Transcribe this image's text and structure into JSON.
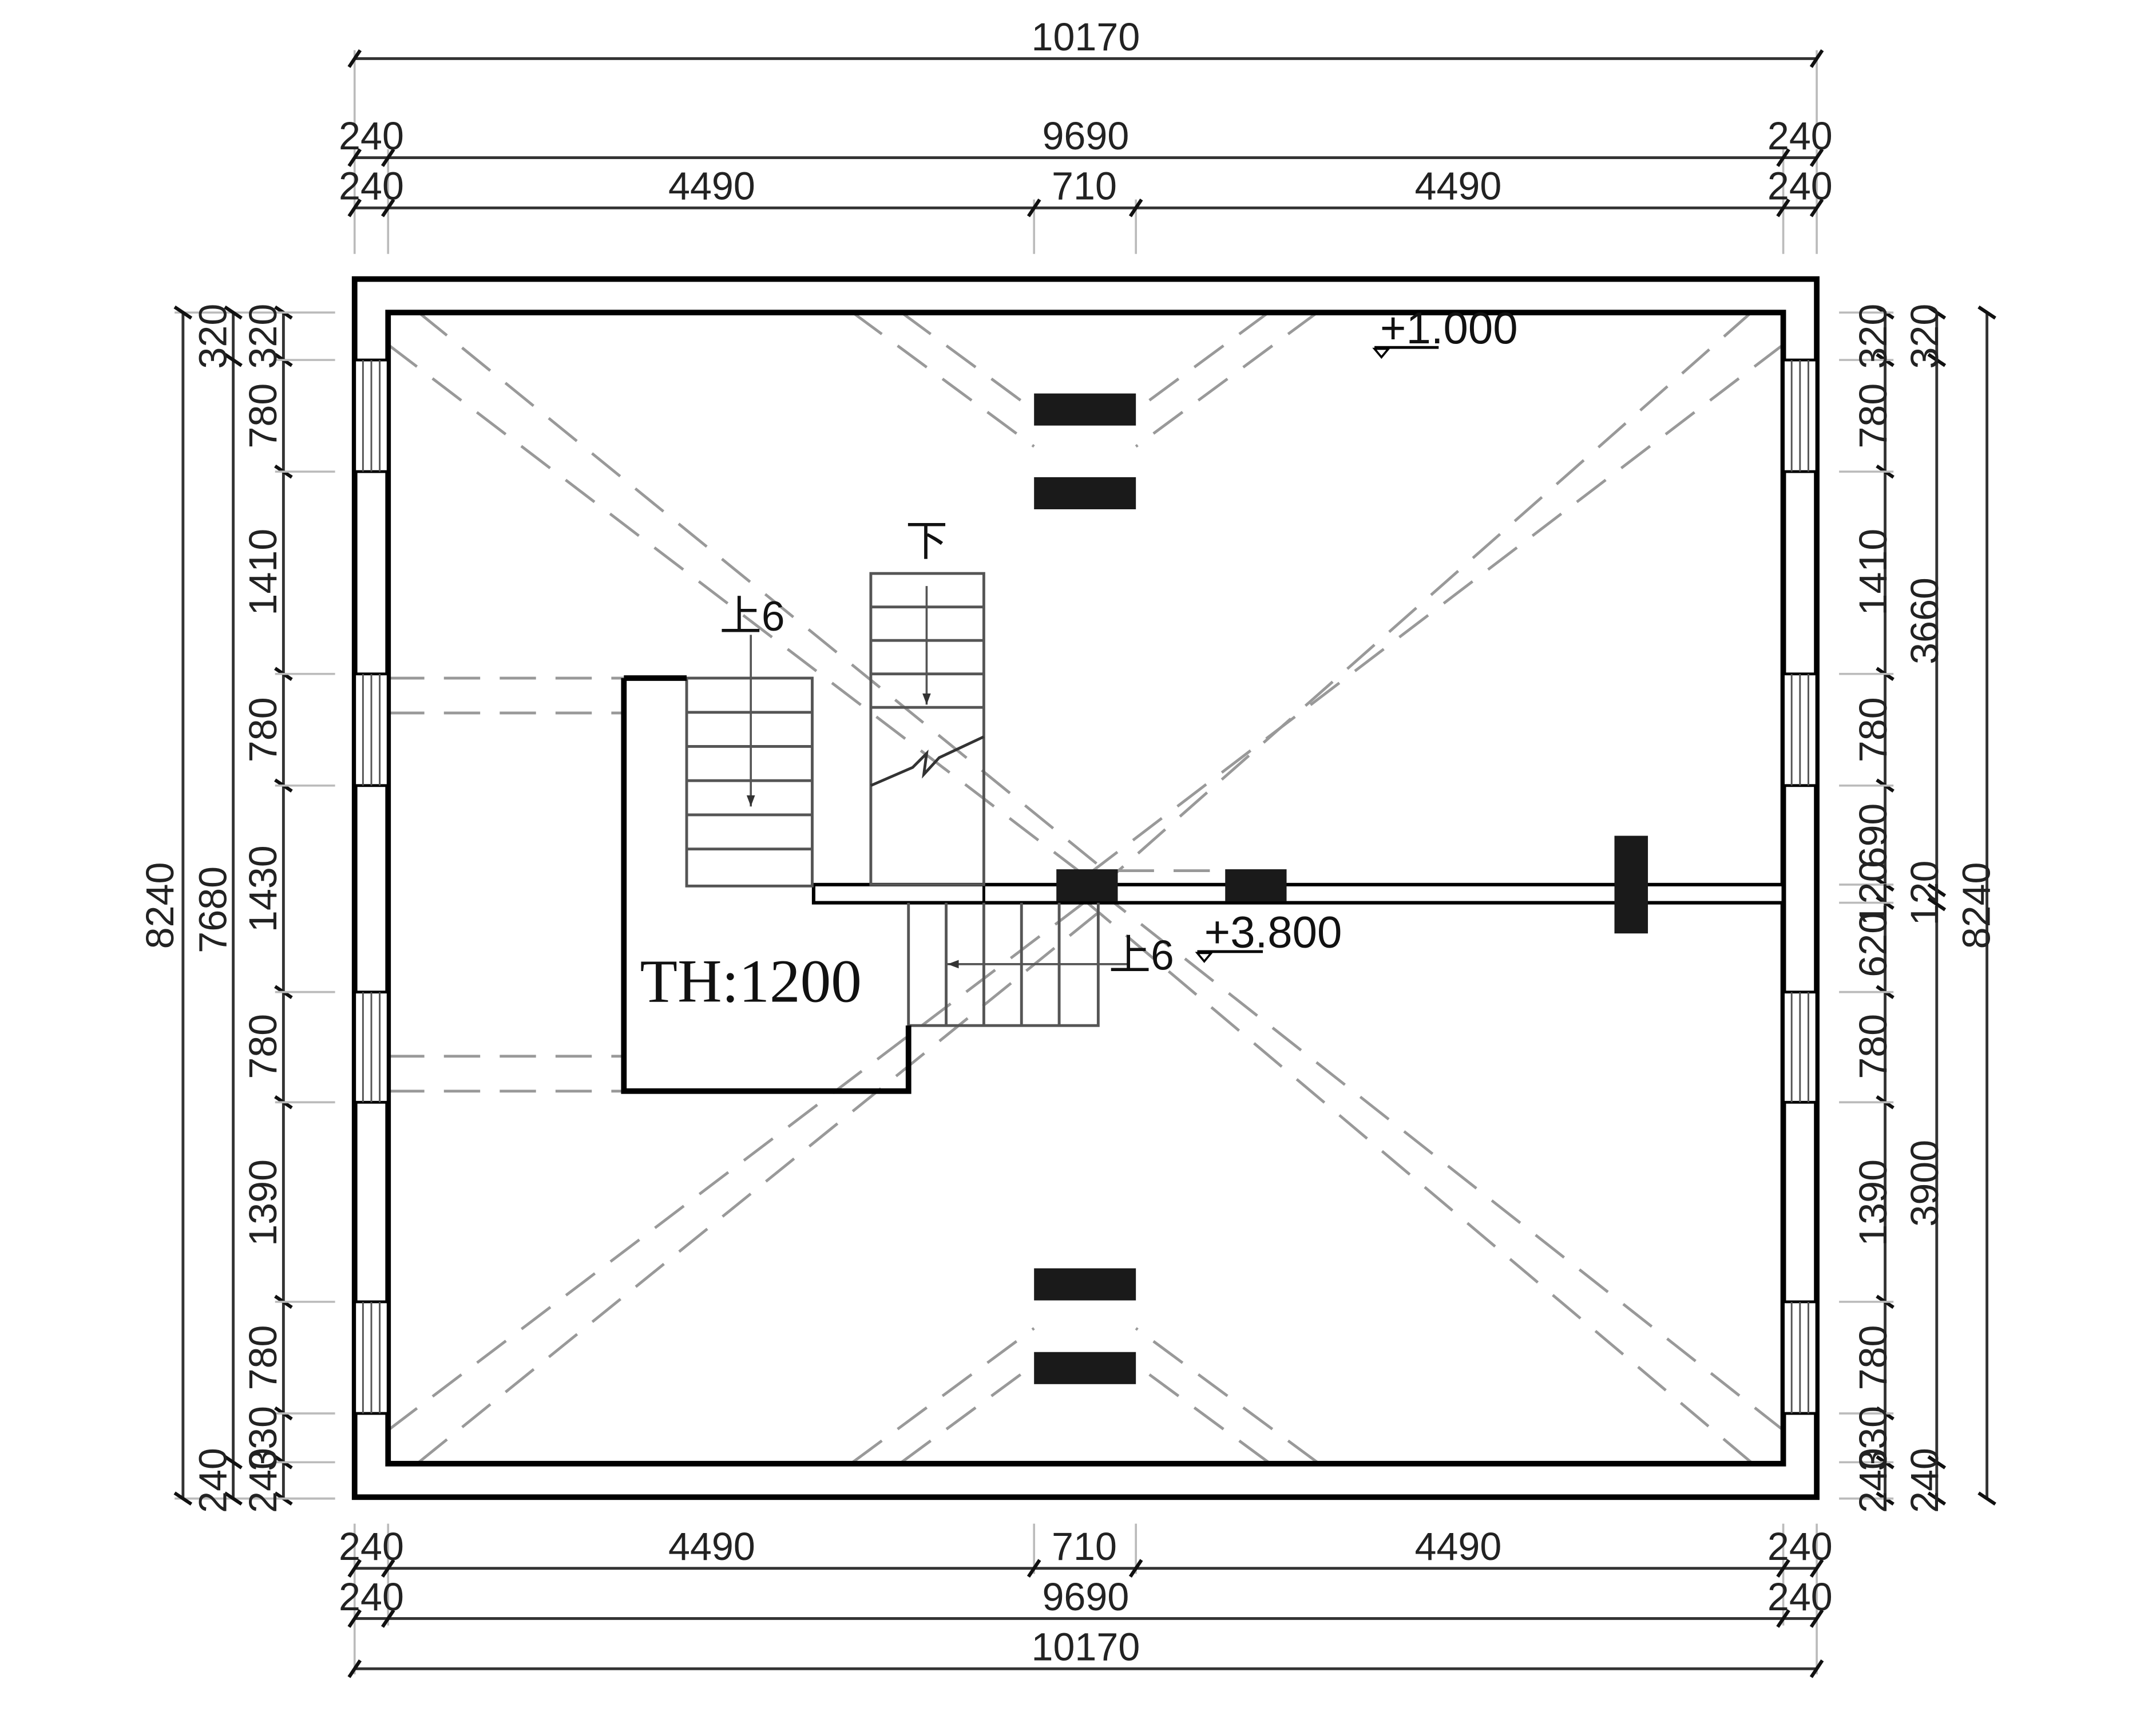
{
  "drawing": {
    "elevation_top": "+1.000",
    "elevation_mid": "+3.800",
    "stair_down_label": "下",
    "stair_up_label_1": "上6",
    "stair_up_label_2": "上6",
    "opening_label": "TH:1200"
  },
  "dims": {
    "top_overall": "10170",
    "top_mid": {
      "left": "240",
      "center": "9690",
      "right": "240"
    },
    "top_inner": {
      "w1": "240",
      "a": "4490",
      "b": "710",
      "c": "4490",
      "w2": "240"
    },
    "bottom_inner": {
      "w1": "240",
      "a": "4490",
      "b": "710",
      "c": "4490",
      "w2": "240"
    },
    "bottom_mid": {
      "left": "240",
      "center": "9690",
      "right": "240"
    },
    "bottom_overall": "10170",
    "left_overall": "8240",
    "left_mid": "7680",
    "left_segments": [
      "320",
      "780",
      "1410",
      "780",
      "1430",
      "780",
      "1390",
      "780",
      "330",
      "240"
    ],
    "left_outer_top": "320",
    "left_outer_bottom": "240",
    "right_segments": [
      "320",
      "780",
      "1410",
      "780",
      "690",
      "120",
      "620",
      "780",
      "1390",
      "780",
      "330",
      "240"
    ],
    "right_mid_top": "3660",
    "right_mid_bottom": "3900",
    "right_mid_wall_top": "320",
    "right_mid_wall_mid": "120",
    "right_mid_wall_bottom": "240",
    "right_overall": "8240"
  }
}
